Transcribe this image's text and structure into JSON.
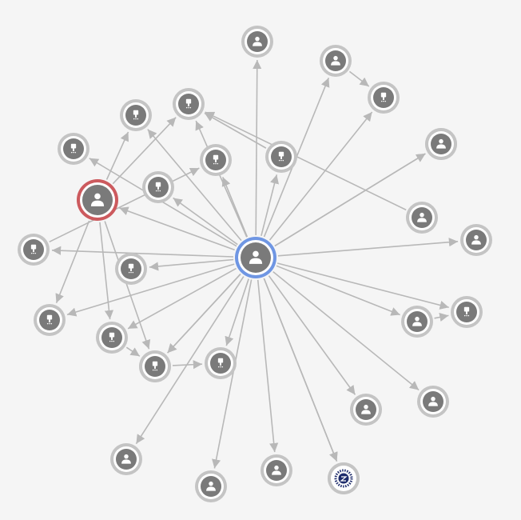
{
  "graph": {
    "colors": {
      "background": "#f5f5f5",
      "edge": "#b8b8b8",
      "node_ring": "#c4c4c4",
      "node_fill": "#7a7a7a",
      "icon": "#ffffff",
      "selected_ring": "#6f96e3",
      "highlight_ring": "#cc5a5e",
      "badge_fill": "#1d2b6b"
    },
    "nodes": [
      {
        "id": "center",
        "icon": "person-icon",
        "role": "selected"
      },
      {
        "id": "user-red",
        "icon": "person-icon",
        "role": "highlight"
      },
      {
        "id": "n01",
        "icon": "person-icon"
      },
      {
        "id": "n02",
        "icon": "person-icon"
      },
      {
        "id": "n03",
        "icon": "badge-icon"
      },
      {
        "id": "n04",
        "icon": "person-icon"
      },
      {
        "id": "n05",
        "icon": "badge-icon"
      },
      {
        "id": "n06",
        "icon": "badge-icon"
      },
      {
        "id": "n07",
        "icon": "badge-icon"
      },
      {
        "id": "n08",
        "icon": "badge-icon"
      },
      {
        "id": "n09",
        "icon": "badge-icon"
      },
      {
        "id": "n10",
        "icon": "badge-icon"
      },
      {
        "id": "n11",
        "icon": "person-icon"
      },
      {
        "id": "n12",
        "icon": "badge-icon"
      },
      {
        "id": "n13",
        "icon": "badge-icon"
      },
      {
        "id": "n14",
        "icon": "person-icon"
      },
      {
        "id": "n15",
        "icon": "person-icon"
      },
      {
        "id": "n16",
        "icon": "badge-icon"
      },
      {
        "id": "n17",
        "icon": "badge-icon"
      },
      {
        "id": "n18",
        "icon": "person-icon"
      },
      {
        "id": "n19",
        "icon": "badge-icon"
      },
      {
        "id": "n20",
        "icon": "badge-icon"
      },
      {
        "id": "n21",
        "icon": "badge-icon"
      },
      {
        "id": "n22",
        "icon": "badge-icon"
      },
      {
        "id": "n23",
        "icon": "person-icon"
      },
      {
        "id": "n24",
        "icon": "person-icon"
      },
      {
        "id": "n25",
        "icon": "person-icon"
      },
      {
        "id": "n26",
        "icon": "person-icon"
      },
      {
        "id": "n27",
        "icon": "person-icon"
      },
      {
        "id": "n28",
        "icon": "person-icon"
      },
      {
        "id": "n29",
        "icon": "emblem-icon"
      }
    ],
    "edges": [
      [
        "center",
        "n01"
      ],
      [
        "center",
        "n02"
      ],
      [
        "center",
        "n03"
      ],
      [
        "center",
        "n04"
      ],
      [
        "center",
        "n14"
      ],
      [
        "center",
        "n15"
      ],
      [
        "center",
        "n19"
      ],
      [
        "center",
        "n18"
      ],
      [
        "center",
        "n23"
      ],
      [
        "center",
        "n24"
      ],
      [
        "center",
        "n29"
      ],
      [
        "center",
        "n28"
      ],
      [
        "center",
        "n27"
      ],
      [
        "center",
        "n26"
      ],
      [
        "center",
        "n25"
      ],
      [
        "center",
        "n22"
      ],
      [
        "center",
        "n21"
      ],
      [
        "center",
        "n20"
      ],
      [
        "center",
        "n17"
      ],
      [
        "center",
        "n16"
      ],
      [
        "center",
        "n13"
      ],
      [
        "center",
        "user-red"
      ],
      [
        "center",
        "n12"
      ],
      [
        "center",
        "n10"
      ],
      [
        "center",
        "n09"
      ],
      [
        "center",
        "n07"
      ],
      [
        "center",
        "n06"
      ],
      [
        "center",
        "n05"
      ],
      [
        "center",
        "n08"
      ],
      [
        "n02",
        "n03"
      ],
      [
        "n18",
        "n19"
      ],
      [
        "user-red",
        "n06"
      ],
      [
        "user-red",
        "n05"
      ],
      [
        "user-red",
        "n16"
      ],
      [
        "user-red",
        "n17"
      ],
      [
        "user-red",
        "n20"
      ],
      [
        "n12",
        "n08"
      ],
      [
        "n09",
        "n05"
      ],
      [
        "n11",
        "n05"
      ],
      [
        "n17",
        "n22"
      ],
      [
        "n20",
        "n21"
      ]
    ]
  }
}
